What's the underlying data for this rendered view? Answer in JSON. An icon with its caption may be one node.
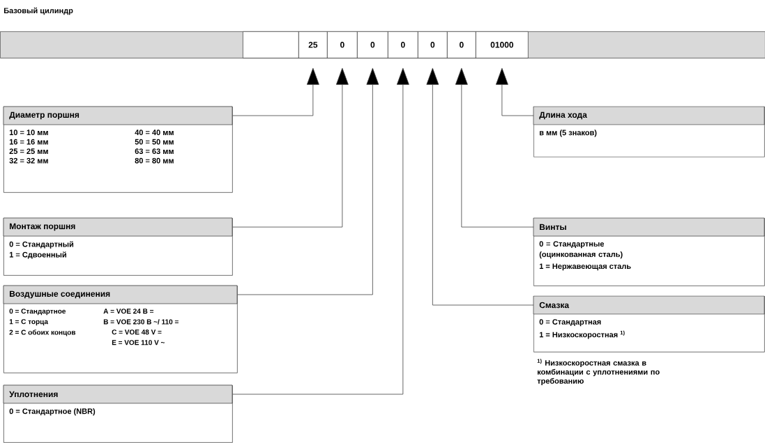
{
  "diagram": {
    "title": "Базовый цилиндр",
    "nodes": [
      {
        "text": [],
        "shape": "bar"
      },
      {
        "text": [],
        "shape": "box",
        "in": 0
      },
      {
        "text": [
          "25"
        ],
        "in": 0
      },
      {
        "text": [
          "0"
        ],
        "in": 0
      },
      {
        "text": [
          "0"
        ],
        "in": 0
      },
      {
        "text": [
          "0"
        ],
        "in": 0
      },
      {
        "text": [
          "0"
        ],
        "in": 0
      },
      {
        "text": [
          "0"
        ],
        "in": 0
      },
      {
        "text": [
          "01000"
        ],
        "in": 0
      },
      {
        "text": [
          "Диаметр поршня",
          "10 = 10 мм",
          "40 = 40 мм",
          "16 = 16 мм",
          "50 = 50 мм",
          "25 = 25 мм",
          "63 = 63 мм",
          "32 = 32 мм",
          "80 = 80 мм"
        ]
      },
      {
        "text": [
          "Монтаж поршня",
          "0 = Стандартный",
          "1 = Сдвоенный"
        ]
      },
      {
        "text": [
          "Воздушные соединения",
          "0 = Стандартное",
          "A = VOE 24 B =",
          "1 = С торца",
          "B = VOE 230 B ~/ 110 =",
          "2 = С обоих концов",
          "C = VOE 48 V =",
          "E = VOE 110 V ~"
        ]
      },
      {
        "text": [
          "Уплотнения",
          "0 = Стандартное (NBR)"
        ]
      },
      {
        "text": [
          "Длина хода",
          "в мм (5 знаков)"
        ]
      },
      {
        "text": [
          "Винты",
          "0 = Стандартные (оцинкованная сталь)",
          "1 = Нержавеющая сталь"
        ]
      },
      {
        "text": [
          "Смазка",
          "0 = Стандартная",
          "1 = Низкоскоростная $^{1)}$"
        ],
        "beside": [
          "$^{1)}$ Низкоскоростная смазка в комбинации с уплотнениями по требованию"
        ]
      }
    ],
    "edges": [
      {
        "from": 9,
        "to": 2,
        "arrow": "to"
      },
      {
        "from": 10,
        "to": 3,
        "arrow": "to"
      },
      {
        "from": 11,
        "to": 4,
        "arrow": "to"
      },
      {
        "from": 12,
        "to": 5,
        "arrow": "to"
      },
      {
        "from": 15,
        "to": 6,
        "arrow": "to"
      },
      {
        "from": 14,
        "to": 7,
        "arrow": "to"
      },
      {
        "from": 13,
        "to": 8,
        "arrow": "to"
      }
    ]
  }
}
